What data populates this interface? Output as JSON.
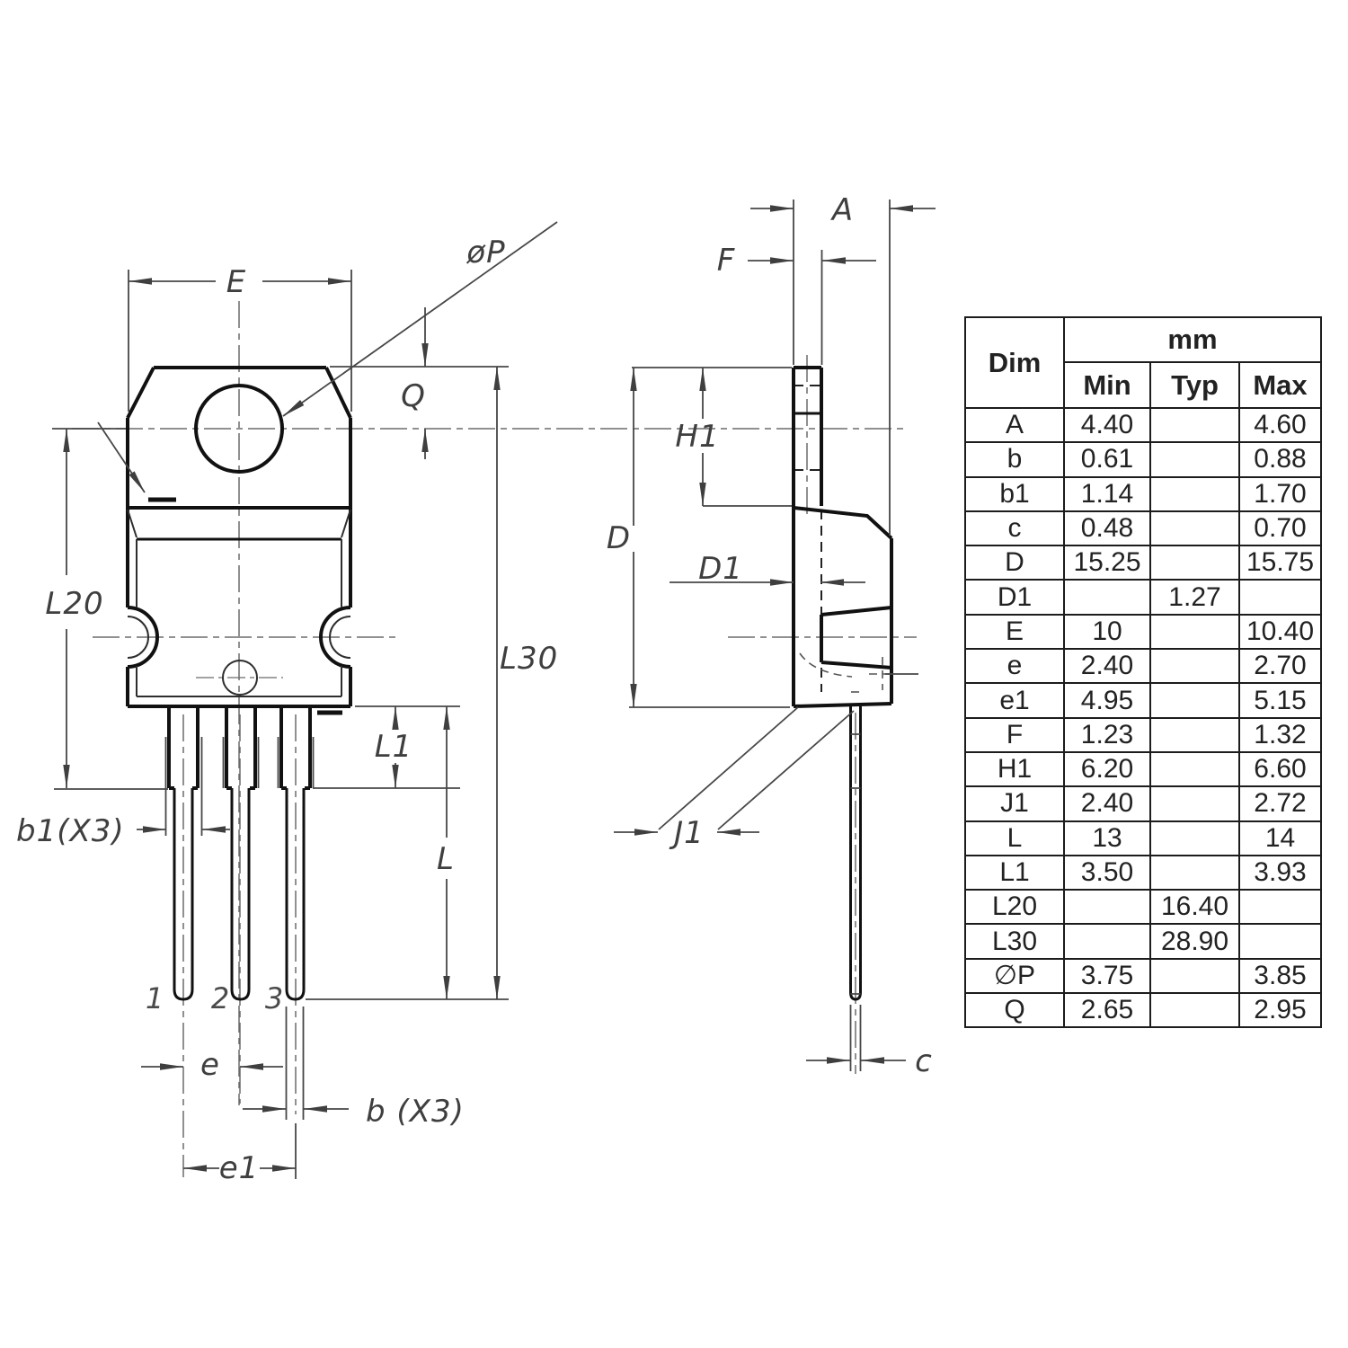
{
  "drawing": {
    "front_view": {
      "labels": {
        "E": "E",
        "P": "øP",
        "Q": "Q",
        "L20": "L20",
        "L30": "L30",
        "L1": "L1",
        "L": "L",
        "b1": "b1(X3)",
        "e": "e",
        "b": "b (X3)",
        "e1": "e1"
      },
      "pin_numbers": [
        "1",
        "2",
        "3"
      ]
    },
    "side_view": {
      "labels": {
        "A": "A",
        "F": "F",
        "H1": "H1",
        "D": "D",
        "D1": "D1",
        "J1": "J1",
        "c": "c"
      }
    }
  },
  "table": {
    "col_headers": {
      "dim": "Dim",
      "unit": "mm",
      "min": "Min",
      "typ": "Typ",
      "max": "Max"
    },
    "rows": [
      {
        "dim": "A",
        "min": "4.40",
        "typ": "",
        "max": "4.60"
      },
      {
        "dim": "b",
        "min": "0.61",
        "typ": "",
        "max": "0.88"
      },
      {
        "dim": "b1",
        "min": "1.14",
        "typ": "",
        "max": "1.70"
      },
      {
        "dim": "c",
        "min": "0.48",
        "typ": "",
        "max": "0.70"
      },
      {
        "dim": "D",
        "min": "15.25",
        "typ": "",
        "max": "15.75"
      },
      {
        "dim": "D1",
        "min": "",
        "typ": "1.27",
        "max": ""
      },
      {
        "dim": "E",
        "min": "10",
        "typ": "",
        "max": "10.40"
      },
      {
        "dim": "e",
        "min": "2.40",
        "typ": "",
        "max": "2.70"
      },
      {
        "dim": "e1",
        "min": "4.95",
        "typ": "",
        "max": "5.15"
      },
      {
        "dim": "F",
        "min": "1.23",
        "typ": "",
        "max": "1.32"
      },
      {
        "dim": "H1",
        "min": "6.20",
        "typ": "",
        "max": "6.60"
      },
      {
        "dim": "J1",
        "min": "2.40",
        "typ": "",
        "max": "2.72"
      },
      {
        "dim": "L",
        "min": "13",
        "typ": "",
        "max": "14"
      },
      {
        "dim": "L1",
        "min": "3.50",
        "typ": "",
        "max": "3.93"
      },
      {
        "dim": "L20",
        "min": "",
        "typ": "16.40",
        "max": ""
      },
      {
        "dim": "L30",
        "min": "",
        "typ": "28.90",
        "max": ""
      },
      {
        "dim": "∅P",
        "min": "3.75",
        "typ": "",
        "max": "3.85"
      },
      {
        "dim": "Q",
        "min": "2.65",
        "typ": "",
        "max": "2.95"
      }
    ]
  },
  "colors": {
    "outline": "#111111",
    "dimension": "#474747",
    "background": "#ffffff"
  }
}
